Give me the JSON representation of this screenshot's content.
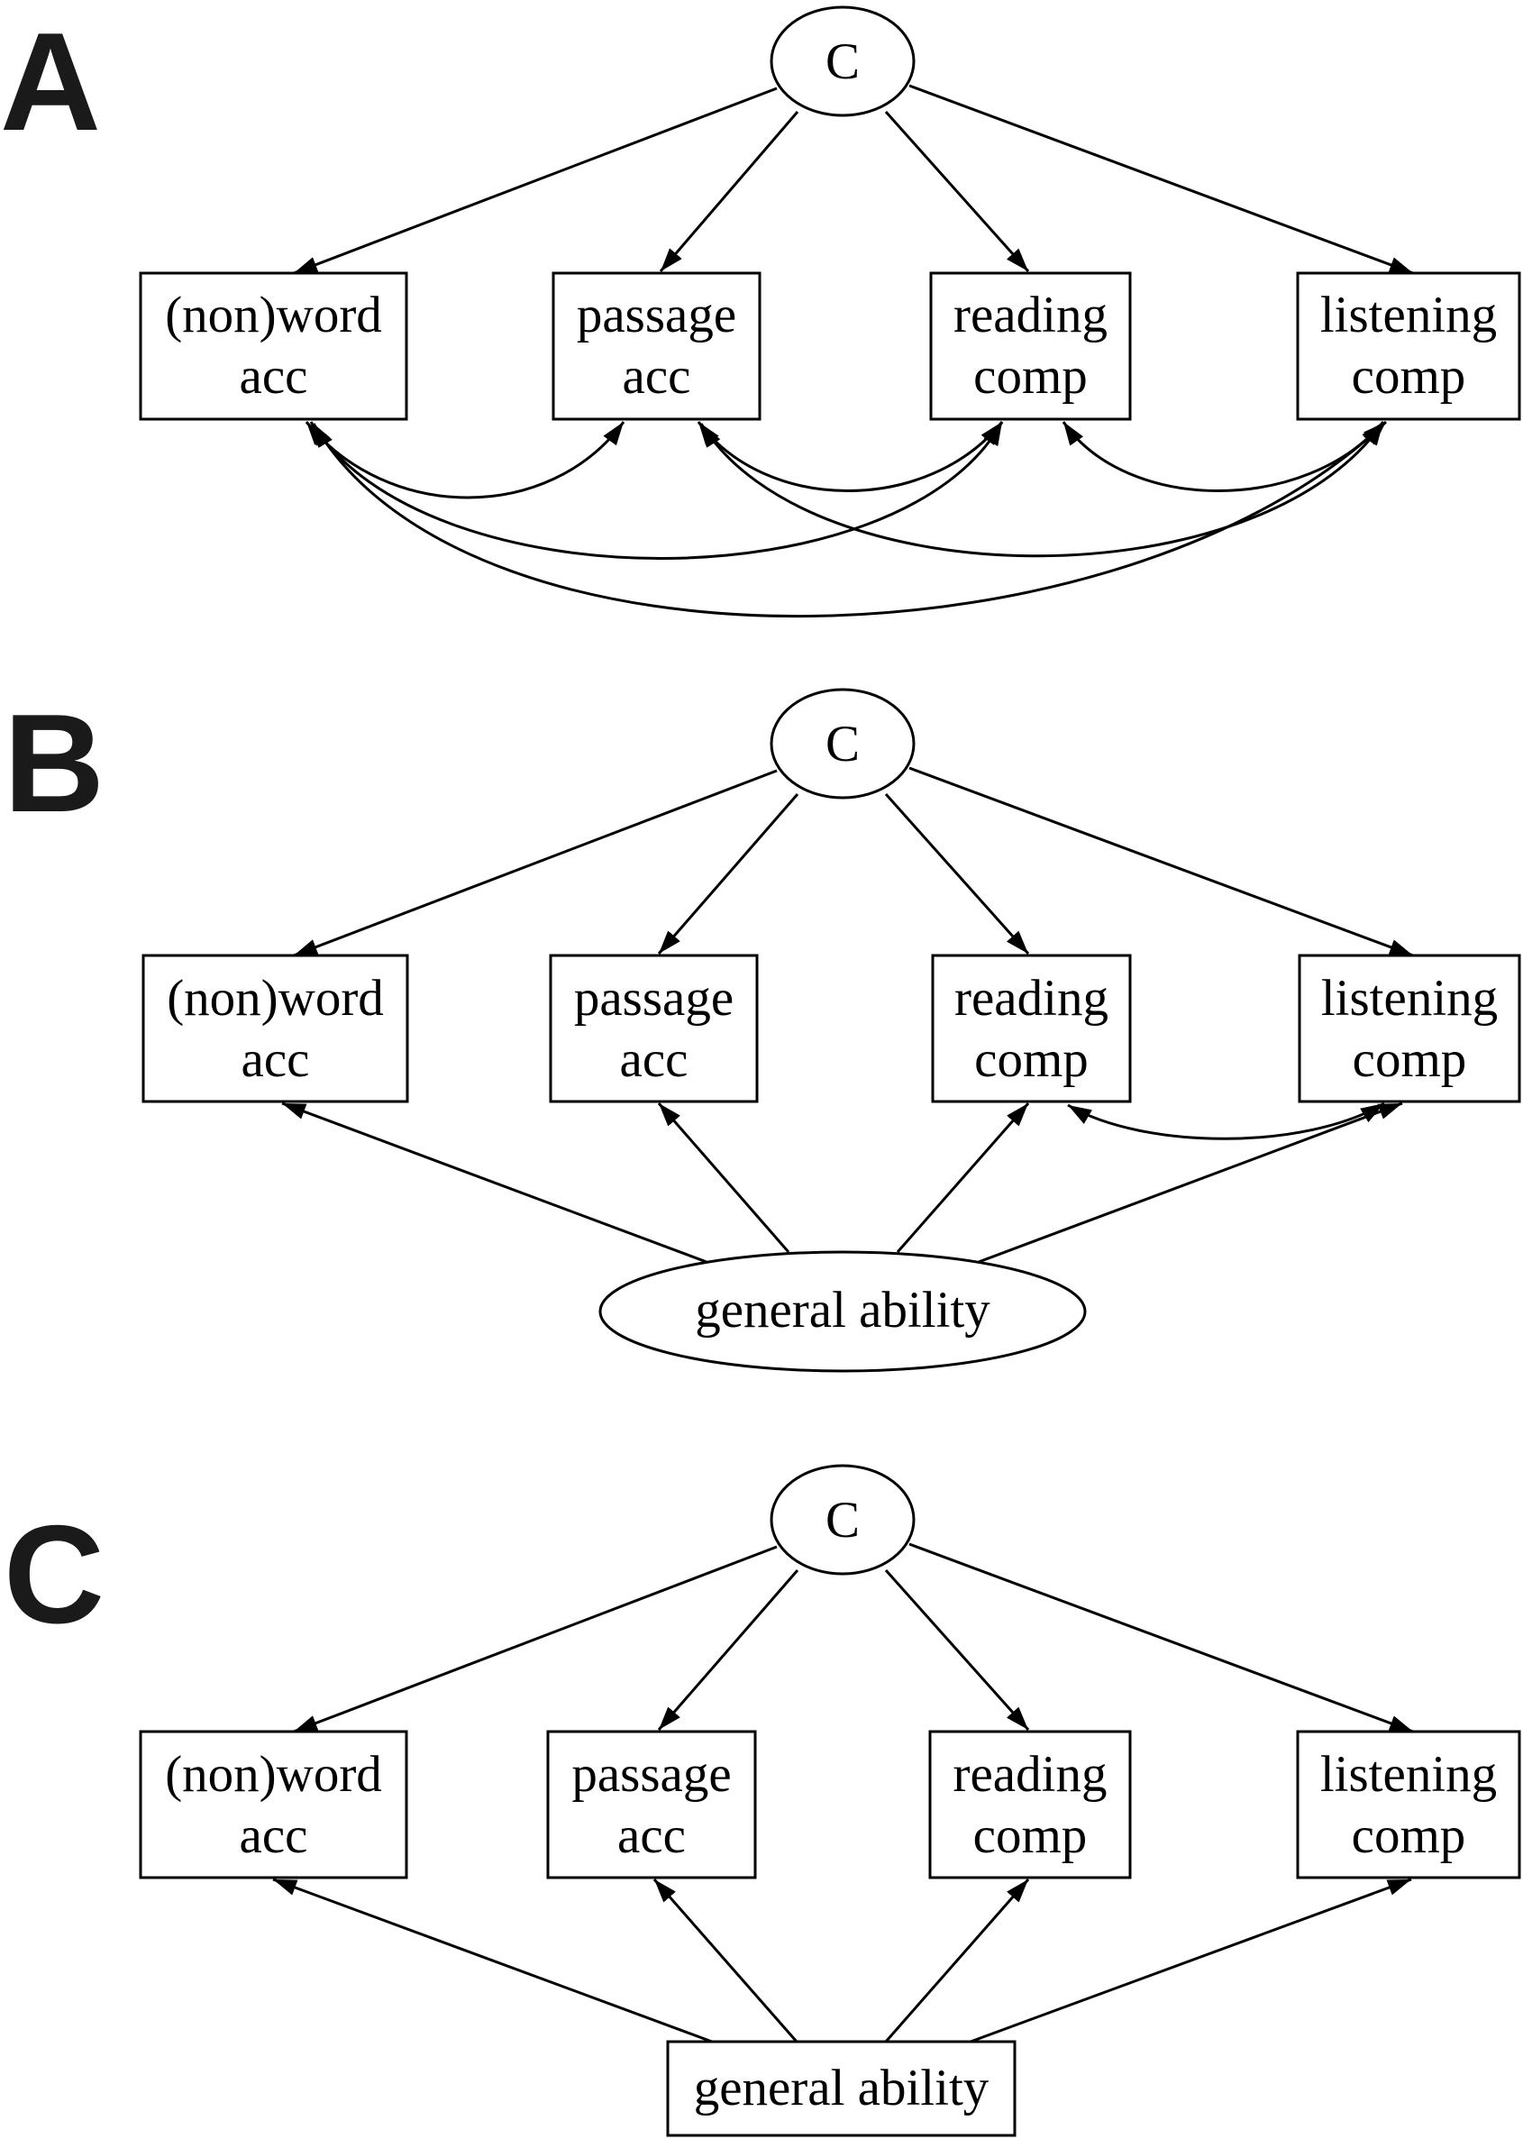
{
  "colors": {
    "ink": "#000000",
    "panel_label": "#1a1a1a",
    "background": "#ffffff"
  },
  "panels": [
    {
      "label": "A",
      "latent": "C",
      "boxes": [
        {
          "line1": "(non)word",
          "line2": "acc"
        },
        {
          "line1": "passage",
          "line2": "acc"
        },
        {
          "line1": "reading",
          "line2": "comp"
        },
        {
          "line1": "listening",
          "line2": "comp"
        }
      ]
    },
    {
      "label": "B",
      "latent": "C",
      "boxes": [
        {
          "line1": "(non)word",
          "line2": "acc"
        },
        {
          "line1": "passage",
          "line2": "acc"
        },
        {
          "line1": "reading",
          "line2": "comp"
        },
        {
          "line1": "listening",
          "line2": "comp"
        }
      ],
      "general": "general ability"
    },
    {
      "label": "C",
      "latent": "C",
      "boxes": [
        {
          "line1": "(non)word",
          "line2": "acc"
        },
        {
          "line1": "passage",
          "line2": "acc"
        },
        {
          "line1": "reading",
          "line2": "comp"
        },
        {
          "line1": "listening",
          "line2": "comp"
        }
      ],
      "general": "general ability"
    }
  ]
}
